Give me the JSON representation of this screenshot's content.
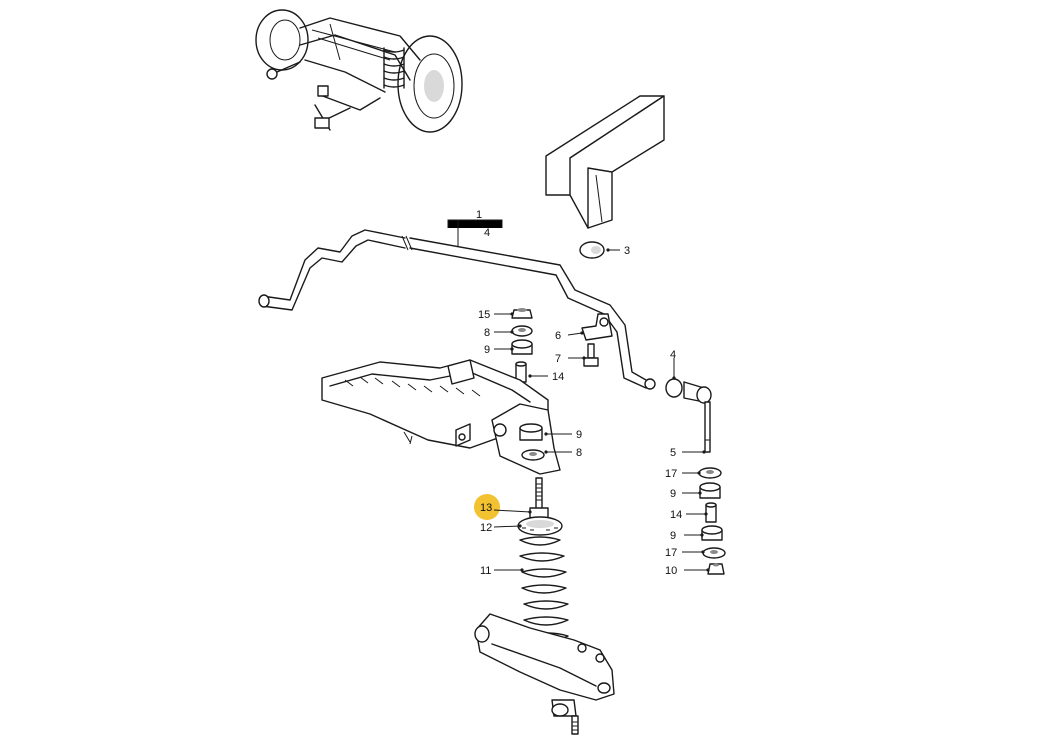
{
  "callouts": {
    "c1": "1",
    "c4_bar": "4",
    "c3": "3",
    "c15": "15",
    "c8_top": "8",
    "c9_top": "9",
    "c14_top": "14",
    "c6": "6",
    "c7": "7",
    "c4_link": "4",
    "c9_mid": "9",
    "c8_mid": "8",
    "c5": "5",
    "c17_a": "17",
    "c9_b": "9",
    "c14_b": "14",
    "c9_c": "9",
    "c17_b": "17",
    "c10": "10",
    "c13": "13",
    "c12": "12",
    "c11": "11"
  },
  "highlight": {
    "callout": "c13",
    "color": "#f2c230"
  }
}
